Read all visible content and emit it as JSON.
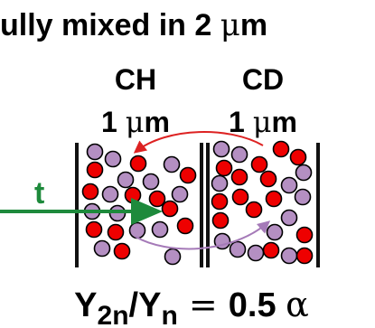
{
  "title": {
    "text": "ully mixed in 2 ",
    "greek": "μ",
    "unit": "m"
  },
  "left_box": {
    "name": "CH",
    "thickness_value": "1 ",
    "thickness_greek": "μ",
    "thickness_unit": "m"
  },
  "right_box": {
    "name": "CD",
    "thickness_value": "1 ",
    "thickness_greek": "μ",
    "thickness_unit": "m"
  },
  "time_arrow_label": "t",
  "ratio": {
    "y1": "Y",
    "y1_sub": "2n",
    "slash": "/",
    "y2": "Y",
    "y2_sub": "n",
    "equals": " = ",
    "value": "0.5 ",
    "alpha": "α"
  },
  "colors": {
    "red_particle": "#ee0000",
    "purple_particle": "#b48fc2",
    "wall": "#111111",
    "red_arrow": "#dd2222",
    "purple_arrow": "#a57ab8",
    "green_arrow": "#1e8a3c",
    "text": "#000000"
  },
  "icons": {
    "red_particle": "red-circle",
    "purple_particle": "purple-circle"
  }
}
